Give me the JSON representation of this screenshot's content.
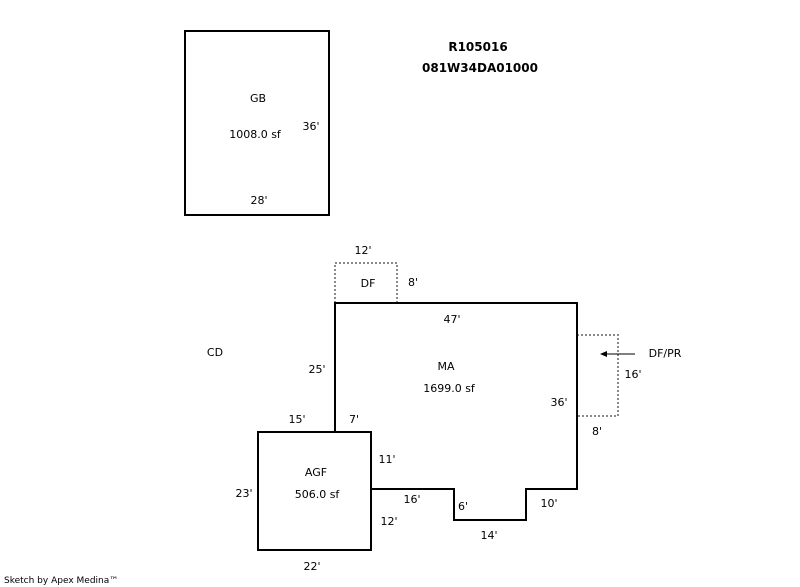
{
  "header": {
    "account": "R105016",
    "map_number": "081W34DA01000"
  },
  "areas": {
    "gb": {
      "code": "GB",
      "area": "1008.0 sf",
      "width": "28'",
      "height": "36'"
    },
    "ma": {
      "code": "MA",
      "area": "1699.0 sf"
    },
    "agf": {
      "code": "AGF",
      "area": "506.0 sf",
      "width": "22'",
      "height": "23'"
    },
    "df": {
      "code": "DF",
      "width": "12'",
      "height": "8'"
    },
    "dfpr": {
      "code": "DF/PR",
      "height": "16'",
      "width": "8'"
    },
    "cd": {
      "code": "CD"
    }
  },
  "dimensions": {
    "ma_top": "47'",
    "ma_left": "25'",
    "ma_right": "36'",
    "agf_top": "15'",
    "step_top": "7'",
    "step_side": "11'",
    "lower_a": "16'",
    "lower_b": "12'",
    "notch_depth": "6'",
    "notch_width": "14'",
    "lower_right": "10'"
  },
  "footer": {
    "credit": "Sketch by Apex Medina™"
  },
  "colors": {
    "line": "#000000",
    "dotted_line": "#8a8a8a",
    "background": "#ffffff"
  }
}
